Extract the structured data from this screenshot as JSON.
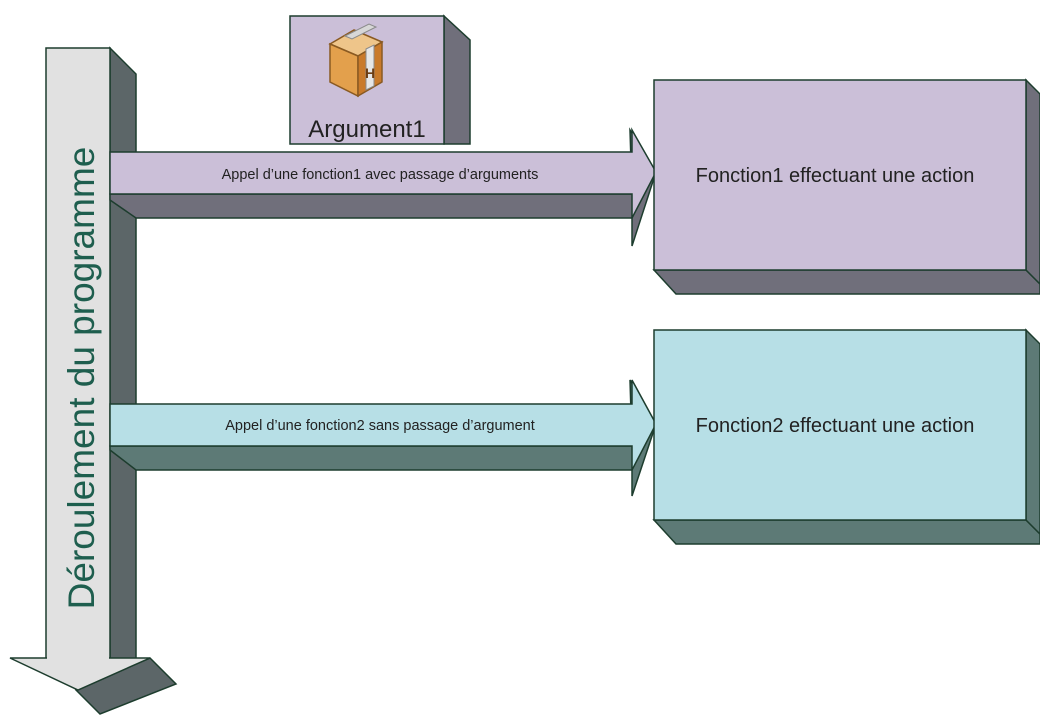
{
  "flow_label": "Déroulement du programme",
  "argument": {
    "label": "Argument1",
    "icon": "package-icon"
  },
  "calls": [
    {
      "arrow_label": "Appel d’une fonction1 avec passage d’arguments",
      "box_label": "Fonction1 effectuant une action"
    },
    {
      "arrow_label": "Appel d’une fonction2 sans passage d’argument",
      "box_label": "Fonction2 effectuant une action"
    }
  ],
  "colors": {
    "outline": "#1d3d2e",
    "flow_fill": "#e1e1e1",
    "flow_shadow": "#5c6668",
    "flow_text": "#1e5e4e",
    "purple_fill": "#cbbfd8",
    "purple_shadow": "#706f7b",
    "blue_fill": "#b7dfe6",
    "blue_shadow": "#5d7a76",
    "text": "#222222"
  }
}
